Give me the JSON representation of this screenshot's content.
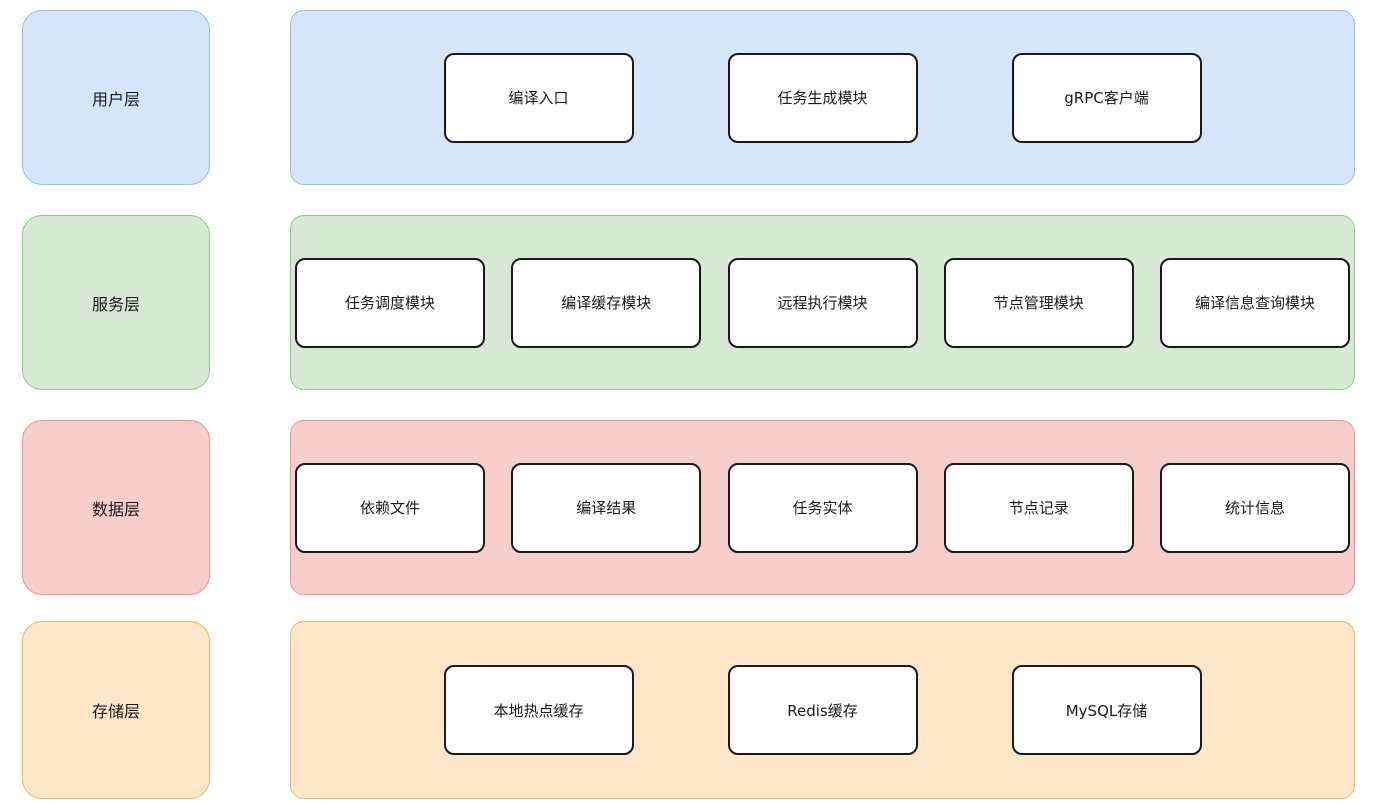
{
  "diagram": {
    "layers": [
      {
        "label": "用户层",
        "fill": "#d6e6f8",
        "border": "#96bee8",
        "nodes": [
          "编译入口",
          "任务生成模块",
          "gRPC客户端"
        ]
      },
      {
        "label": "服务层",
        "fill": "#d7e9d4",
        "border": "#93c48e",
        "nodes": [
          "任务调度模块",
          "编译缓存模块",
          "远程执行模块",
          "节点管理模块",
          "编译信息查询模块"
        ]
      },
      {
        "label": "数据层",
        "fill": "#f8cecc",
        "border": "#e89392",
        "nodes": [
          "依赖文件",
          "编译结果",
          "任务实体",
          "节点记录",
          "统计信息"
        ]
      },
      {
        "label": "存储层",
        "fill": "#fde7c8",
        "border": "#eeb566",
        "nodes": [
          "本地热点缓存",
          "Redis缓存",
          "MySQL存储"
        ]
      }
    ]
  }
}
